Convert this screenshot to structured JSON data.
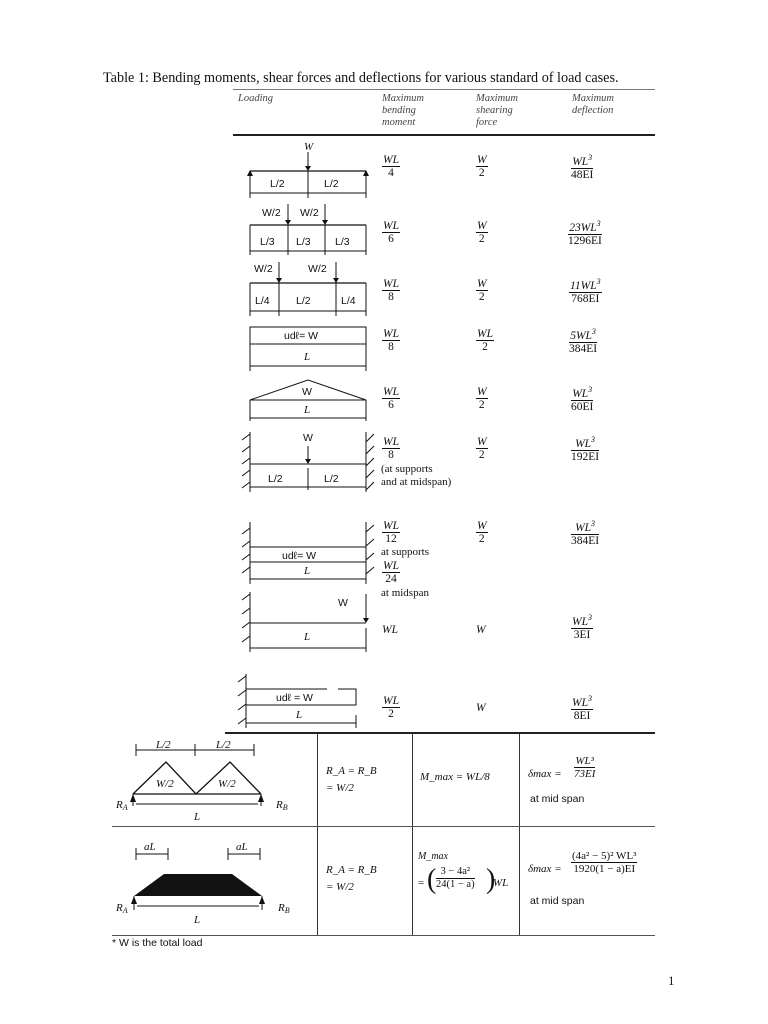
{
  "caption": "Table 1: Bending moments, shear forces and deflections for various standard of load cases.",
  "headers": {
    "loading": "Loading",
    "moment": [
      "Maximum",
      "bending",
      "moment"
    ],
    "shear": [
      "Maximum",
      "shearing",
      "force"
    ],
    "deflection": [
      "Maximum",
      "deflection"
    ]
  },
  "rows": [
    {
      "diagram": {
        "load": "W",
        "spans": [
          "L/2",
          "L/2"
        ]
      },
      "moment": {
        "num": "WL",
        "den": "4"
      },
      "shear": {
        "num": "W",
        "den": "2"
      },
      "deflection": {
        "num": "WL",
        "exp": "3",
        "den": "48EI"
      }
    },
    {
      "diagram": {
        "loads": [
          "W/2",
          "W/2"
        ],
        "spans": [
          "L/3",
          "L/3",
          "L/3"
        ]
      },
      "moment": {
        "num": "WL",
        "den": "6"
      },
      "shear": {
        "num": "W",
        "den": "2"
      },
      "deflection": {
        "num": "23WL",
        "exp": "3",
        "den": "1296EI"
      }
    },
    {
      "diagram": {
        "loads": [
          "W/2",
          "W/2"
        ],
        "spans": [
          "L/4",
          "L/2",
          "L/4"
        ]
      },
      "moment": {
        "num": "WL",
        "den": "8"
      },
      "shear": {
        "num": "W",
        "den": "2"
      },
      "deflection": {
        "num": "11WL",
        "exp": "3",
        "den": "768EI"
      }
    },
    {
      "diagram": {
        "load": "udℓ= W",
        "span": "L"
      },
      "moment": {
        "num": "WL",
        "den": "8"
      },
      "shear": {
        "num": "WL",
        "den": "2"
      },
      "deflection": {
        "num": "5WL",
        "exp": "3",
        "den": "384EI"
      }
    },
    {
      "diagram": {
        "load": "W",
        "span": "L"
      },
      "moment": {
        "num": "WL",
        "den": "6"
      },
      "shear": {
        "num": "W",
        "den": "2"
      },
      "deflection": {
        "num": "WL",
        "exp": "3",
        "den": "60EI"
      }
    },
    {
      "diagram": {
        "load": "W",
        "spans": [
          "L/2",
          "L/2"
        ]
      },
      "moment": {
        "num": "WL",
        "den": "8",
        "note": [
          "(at supports",
          "and at midspan)"
        ]
      },
      "shear": {
        "num": "W",
        "den": "2"
      },
      "deflection": {
        "num": "WL",
        "exp": "3",
        "den": "192EI"
      }
    },
    {
      "diagram": {
        "load": "udℓ= W",
        "span": "L"
      },
      "moment": {
        "num": "WL",
        "den": "12",
        "note1": "at supports",
        "num2": "WL",
        "den2": "24",
        "note2": "at midspan"
      },
      "shear": {
        "num": "W",
        "den": "2"
      },
      "deflection": {
        "num": "WL",
        "exp": "3",
        "den": "384EI"
      }
    },
    {
      "diagram": {
        "load": "W",
        "span": "L"
      },
      "moment": {
        "value": "WL"
      },
      "shear": {
        "value": "W"
      },
      "deflection": {
        "num": "WL",
        "exp": "3",
        "den": "3EI"
      }
    },
    {
      "diagram": {
        "load": "udℓ = W",
        "span": "L"
      },
      "moment": {
        "num": "WL",
        "den": "2"
      },
      "shear": {
        "value": "W"
      },
      "deflection": {
        "num": "WL",
        "exp": "3",
        "den": "8EI"
      }
    }
  ],
  "extra_rows": [
    {
      "diagram": {
        "spans": [
          "L/2",
          "L/2"
        ],
        "loads": [
          "W/2",
          "W/2"
        ],
        "span": "L",
        "ra": "R",
        "ra_sub": "A",
        "rb": "R",
        "rb_sub": "B"
      },
      "reactions": [
        "R_A = R_B",
        "= W/2"
      ],
      "moment": "M_max = WL/8",
      "deflection": {
        "lhs": "δmax =",
        "num": "WL³",
        "den": "73EI",
        "note": "at mid span"
      }
    },
    {
      "diagram": {
        "spans": [
          "aL",
          "aL"
        ],
        "span": "L",
        "ra": "R",
        "ra_sub": "A",
        "rb": "R",
        "rb_sub": "B"
      },
      "reactions": [
        "R_A = R_B",
        "= W/2"
      ],
      "moment": {
        "label": "M_max",
        "num": "3 − 4a²",
        "den": "24(1 − a)",
        "suffix": "WL"
      },
      "deflection": {
        "lhs": "δmax =",
        "num": "(4a² − 5)² WL³",
        "den": "1920(1 − a)EI",
        "note": "at mid span"
      }
    }
  ],
  "footnote": "* W is the total load",
  "page_number": "1"
}
